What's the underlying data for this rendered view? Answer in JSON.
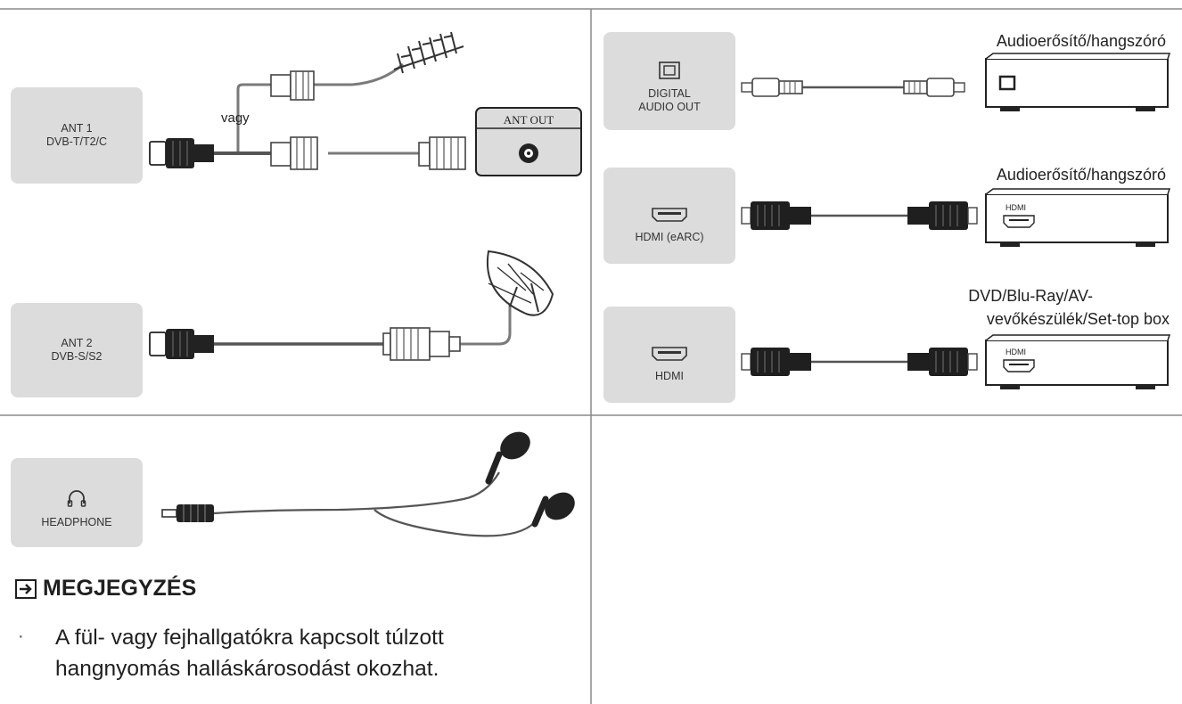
{
  "ports": {
    "ant1": {
      "line1": "ANT 1",
      "line2": "DVB-T/T2/C"
    },
    "ant2": {
      "line1": "ANT 2",
      "line2": "DVB-S/S2"
    },
    "headphone": {
      "label": "HEADPHONE"
    },
    "digital": {
      "line1": "DIGITAL",
      "line2": "AUDIO OUT"
    },
    "hdmi_earc": {
      "label": "HDMI (eARC)"
    },
    "hdmi": {
      "label": "HDMI"
    }
  },
  "labels": {
    "vagy": "vagy",
    "ant_out": "ANT OUT",
    "dev1": "Audioerősítő/hangszóró",
    "dev2": "Audioerősítő/hangszóró",
    "dev3_line1": "DVD/Blu-Ray/AV-",
    "dev3_line2": "vevőkészülék/Set-top box",
    "hdmi_dev2": "HDMI",
    "hdmi_dev3": "HDMI"
  },
  "note": {
    "title": "MEGJEGYZÉS",
    "bullet": "·",
    "line1": "A fül- vagy fejhallgatókra kapcsolt túlzott",
    "line2": "hangnyomás halláskárosodást okozhat."
  },
  "colors": {
    "box": "#dcdcdc",
    "line": "#7a7a7a",
    "cable": "#6e6e6e",
    "dark": "#1f1f1f"
  }
}
